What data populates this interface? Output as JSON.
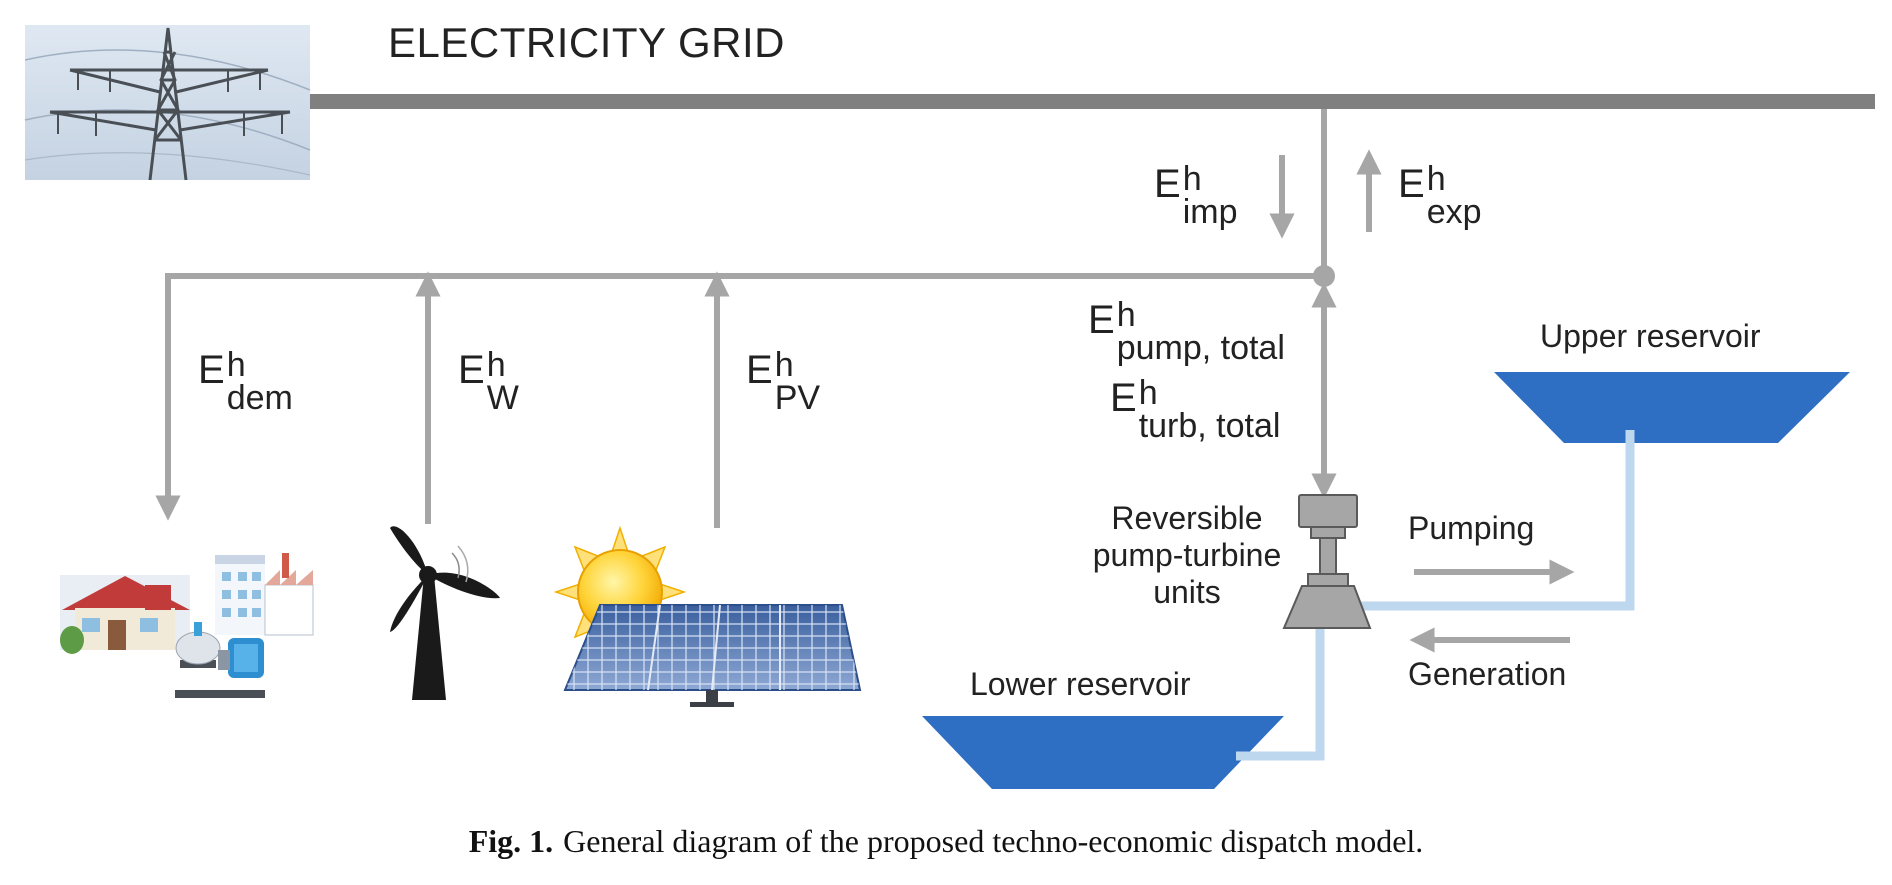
{
  "figure": {
    "grid_title": "ELECTRICITY GRID",
    "flows": {
      "imp": {
        "base": "E",
        "sup": "h",
        "sub": "imp"
      },
      "exp": {
        "base": "E",
        "sup": "h",
        "sub": "exp"
      },
      "dem": {
        "base": "E",
        "sup": "h",
        "sub": "dem"
      },
      "wind": {
        "base": "E",
        "sup": "h",
        "sub": "W"
      },
      "pv": {
        "base": "E",
        "sup": "h",
        "sub": "PV"
      },
      "pump": {
        "base": "E",
        "sup": "h",
        "sub": "pump, total"
      },
      "turb": {
        "base": "E",
        "sup": "h",
        "sub": "turb, total"
      }
    },
    "labels": {
      "upper_reservoir": "Upper reservoir",
      "lower_reservoir": "Lower reservoir",
      "pump_turbine_line1": "Reversible",
      "pump_turbine_line2": "pump-turbine",
      "pump_turbine_line3": "units",
      "pumping": "Pumping",
      "generation": "Generation"
    },
    "icons": [
      "transmission-tower-icon",
      "houses-factory-pump-icon",
      "wind-turbine-icon",
      "sun-icon",
      "solar-panel-icon",
      "pump-turbine-icon"
    ],
    "colors": {
      "flow_gray": "#a6a6a6",
      "grid_bar": "#808080",
      "reservoir": "#2e6ec3",
      "water_pipe": "#bdd7ee"
    }
  },
  "caption": {
    "label": "Fig. 1.",
    "text": "General diagram of the proposed techno-economic dispatch model."
  }
}
